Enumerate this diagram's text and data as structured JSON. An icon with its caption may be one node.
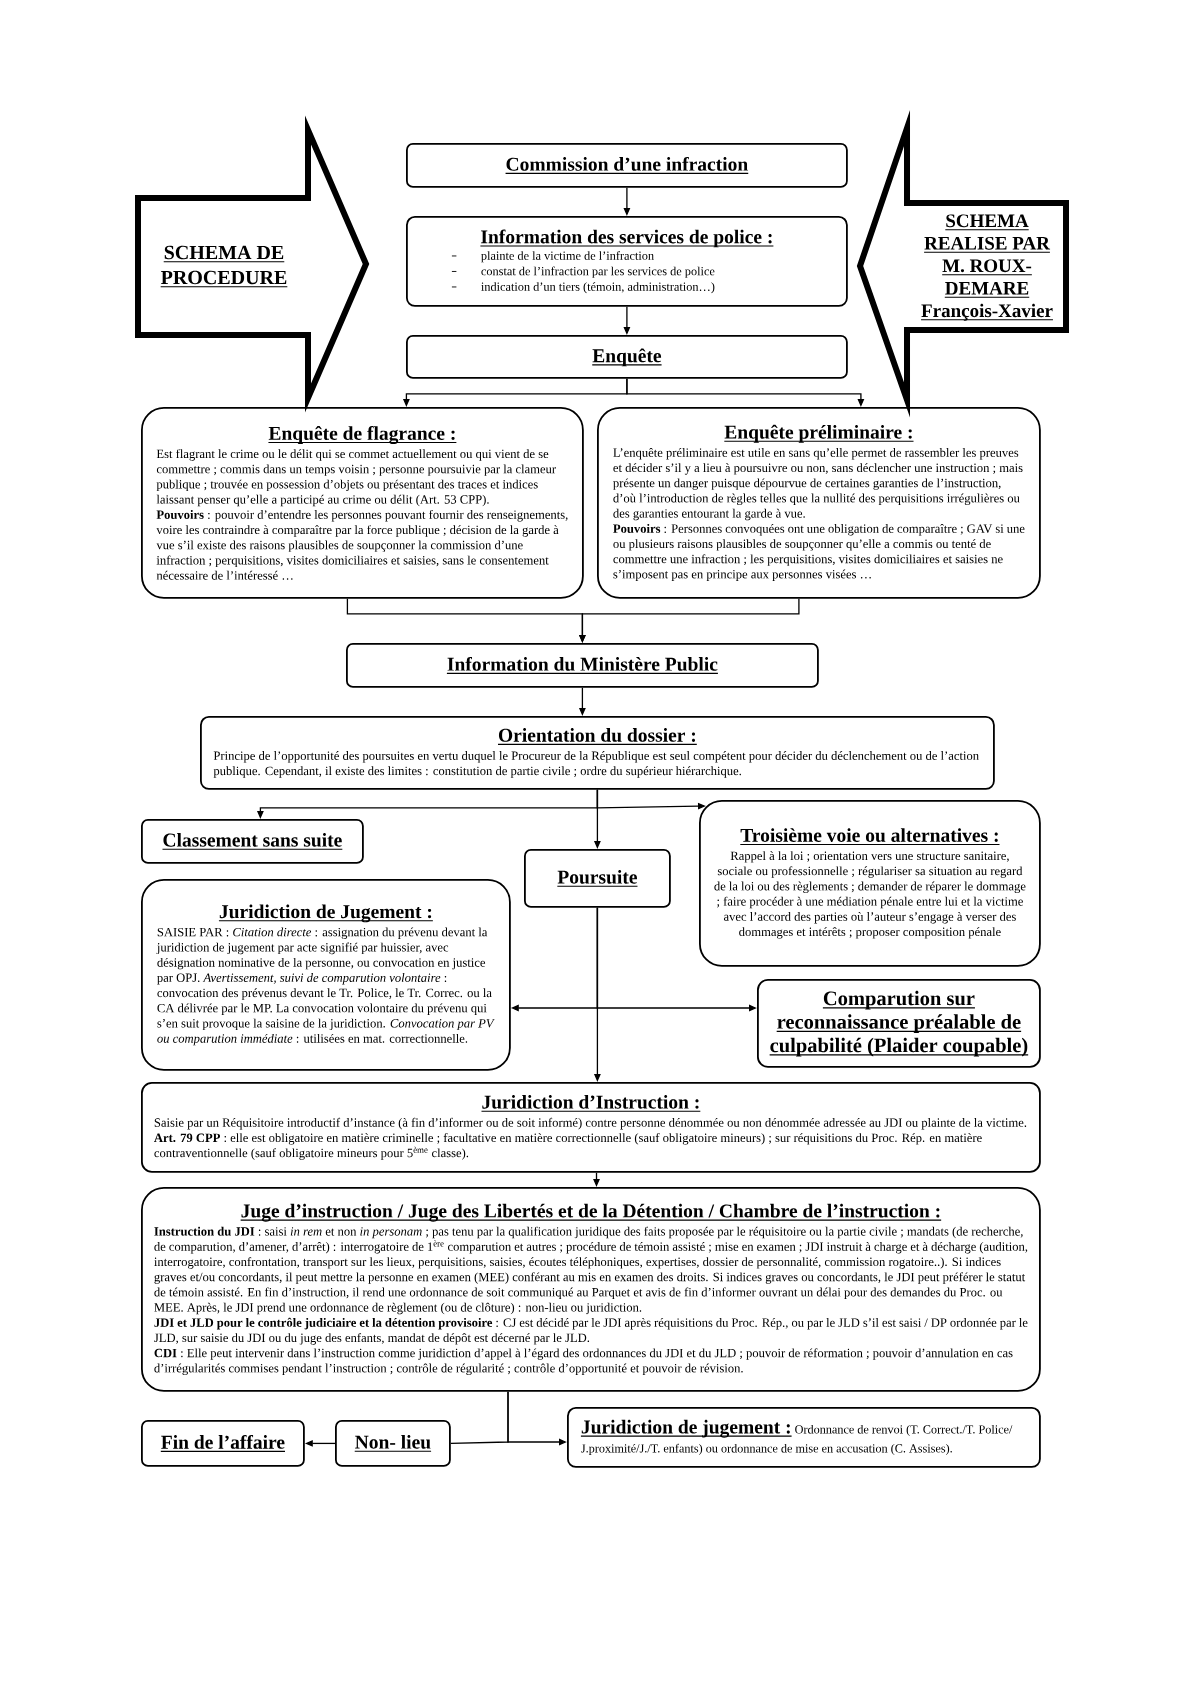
{
  "diagram": {
    "nodes": [
      {
        "text": [
          "SCHEMA DE PROCEDURE"
        ]
      },
      {
        "text": [
          "Commission d’une infraction"
        ]
      },
      {
        "text": [
          "SCHEMA REALISE PAR M. ROUX-DEMARE François-Xavier"
        ]
      },
      {
        "text": [
          "Information des services de police :",
          "plainte de la victime de l’infraction",
          "constat de l’infraction par les services de police",
          "indication d’un tiers (témoin, administration…)"
        ]
      },
      {
        "text": [
          "Enquête"
        ]
      },
      {
        "text": [
          "Enquête de flagrance :",
          "Est flagrant le crime ou le délit qui se commet actuellement ou qui vient de se commettre ; commis dans un temps voisin ; personne poursuivie par la clameur publique ; trouvée en possession d’objets ou présentant des traces et indices laissant penser qu’elle a participé au crime ou délit (Art. 53 CPP).",
          "**Pouvoirs** : pouvoir d’entendre les personnes pouvant fournir des renseignements, voire les contraindre à comparaître par la force publique ; décision de la garde à vue s’il existe des raisons plausibles de soupçonner la commission d’une infraction ; perquisitions, visites domiciliaires et saisies, sans le consentement nécessaire de l’intéressé …"
        ]
      },
      {
        "text": [
          "Enquête préliminaire :",
          "L’enquête préliminaire est utile en sans qu’elle permet de rassembler les preuves et décider s’il y a lieu à poursuivre ou non, sans déclencher une instruction ; mais présente un danger puisque dépourvue de certaines garanties de l’instruction, d’où l’introduction de règles telles que la nullité des perquisitions irrégulières ou des garanties entourant la garde à vue.",
          "**Pouvoirs** : Personnes convoquées ont une obligation de comparaître ; GAV si une ou plusieurs raisons plausibles de soupçonner qu’elle a commis ou tenté de commettre une infraction ; les perquisitions, visites domiciliaires et saisies ne s’imposent pas en principe aux personnes visées …"
        ]
      },
      {
        "text": [
          "Information du Ministère Public"
        ]
      },
      {
        "text": [
          "Orientation du dossier :",
          "Principe de l’opportunité des poursuites en vertu duquel le Procureur de la République est seul compétent pour décider du déclenchement ou de l’action publique. Cependant, il existe des limites : constitution de partie civile ; ordre du supérieur hiérarchique."
        ]
      },
      {
        "text": [
          "Classement sans suite"
        ]
      },
      {
        "text": [
          "Poursuite"
        ]
      },
      {
        "text": [
          "Troisième voie ou alternatives :",
          "Rappel à la loi ; orientation vers une structure sanitaire, sociale ou professionnelle ; régulariser sa situation au regard de la loi ou des règlements ; demander de réparer le dommage ; faire procéder à une médiation pénale entre lui et la victime avec l’accord des parties où l’auteur s’engage à verser des dommages et intérêts ; proposer composition pénale"
        ]
      },
      {
        "text": [
          "Juridiction de Jugement :",
          "SAISIE PAR : *Citation directe* : assignation du prévenu devant la juridiction de jugement par acte signifié par huissier, avec désignation nominative de la personne, ou convocation en justice par OPJ. *Avertissement, suivi de comparution volontaire* : convocation des prévenus devant le Tr. Police, le Tr. Correc. ou la CA délivrée par le MP. La convocation volontaire du prévenu qui s’en suit provoque la saisine de la juridiction. *Convocation par PV ou comparution immédiate* : utilisées en mat. correctionnelle."
        ]
      },
      {
        "text": [
          "Comparution sur reconnaissance préalable de culpabilité (Plaider coupable)"
        ]
      },
      {
        "text": [
          "Juridiction d’Instruction :",
          "Saisie par un Réquisitoire introductif d’instance (à fin d’informer ou de soit informé) contre personne dénommée ou non dénommée adressée au JDI ou plainte de la victime. **Art. 79 CPP** : elle est obligatoire en matière criminelle ; facultative en matière correctionnelle (sauf obligatoire mineurs) ; sur réquisitions du Proc. Rép. en matière contraventionnelle (sauf obligatoire mineurs pour 5$^{ème}$ classe)."
        ]
      },
      {
        "text": [
          "Juge d’instruction / Juge des Libertés et de la Détention / Chambre de l’instruction :",
          "**Instruction du JDI** : saisi *in rem* et non *in personam* ; pas tenu par la qualification juridique des faits proposée par le réquisitoire ou la partie civile ; mandats (de recherche, de comparution, d’amener, d’arrêt) : interrogatoire de 1$^{ère}$ comparution et autres ; procédure de témoin assisté ; mise en examen ; JDI instruit à charge et à décharge (audition, interrogatoire, confrontation, transport sur les lieux, perquisitions, saisies, écoutes téléphoniques, expertises, dossier de personnalité, commission rogatoire..). Si indices graves et/ou concordants, il peut mettre la personne en examen (MEE) conférant au mis en examen des droits. Si indices graves ou concordants, le JDI peut préférer le statut de témoin assisté. En fin d’instruction, il rend une ordonnance de soit communiqué au Parquet et avis de fin d’informer ouvrant un délai pour des demandes du Proc. ou MEE. Après, le JDI prend une ordonnance de règlement (ou de clôture) : non-lieu ou juridiction.",
          "**JDI et JLD pour le contrôle judiciaire et la détention provisoire** : CJ est décidé par le JDI après réquisitions du Proc. Rép., ou par le JLD s’il est saisi / DP ordonnée par le JLD, sur saisie du JDI ou du juge des enfants, mandat de dépôt est décerné par le JLD.",
          "**CDI** : Elle peut intervenir dans l’instruction comme juridiction d’appel à l’égard des ordonnances du JDI et du JLD ; pouvoir de réformation ; pouvoir d’annulation en cas d’irrégularités commises pendant l’instruction ; contrôle de régularité ; contrôle d’opportunité et pouvoir de révision."
        ]
      },
      {
        "text": [
          "Fin de l’affaire"
        ]
      },
      {
        "text": [
          "Non- lieu"
        ]
      },
      {
        "text": [
          "Juridiction de jugement :",
          "Ordonnance de renvoi (T. Correct./T. Police/ J.proximité/J./T. enfants) ou ordonnance de mise en accusation (C. Assises)."
        ]
      }
    ],
    "edges": [
      {
        "from": 1,
        "to": 3,
        "arrow": "to"
      },
      {
        "from": 3,
        "to": 4,
        "arrow": "to"
      },
      {
        "from": 4,
        "to": 5,
        "arrow": "to"
      },
      {
        "from": 4,
        "to": 6,
        "arrow": "to"
      },
      {
        "from": 5,
        "to": 7,
        "arrow": "to"
      },
      {
        "from": 6,
        "to": 7,
        "arrow": "to"
      },
      {
        "from": 7,
        "to": 8,
        "arrow": "to"
      },
      {
        "from": 8,
        "to": 9,
        "arrow": "to"
      },
      {
        "from": 8,
        "to": 10,
        "arrow": "to"
      },
      {
        "from": 8,
        "to": 11,
        "arrow": "to"
      },
      {
        "from": 10,
        "to": 12,
        "arrow": "to"
      },
      {
        "from": 10,
        "to": 13,
        "arrow": "to"
      },
      {
        "from": 10,
        "to": 14,
        "arrow": "to"
      },
      {
        "from": 14,
        "to": 15,
        "arrow": "to"
      },
      {
        "from": 15,
        "to": 17,
        "arrow": "none"
      },
      {
        "from": 15,
        "to": 18,
        "arrow": "to"
      },
      {
        "from": 17,
        "to": 16,
        "arrow": "to"
      }
    ]
  }
}
